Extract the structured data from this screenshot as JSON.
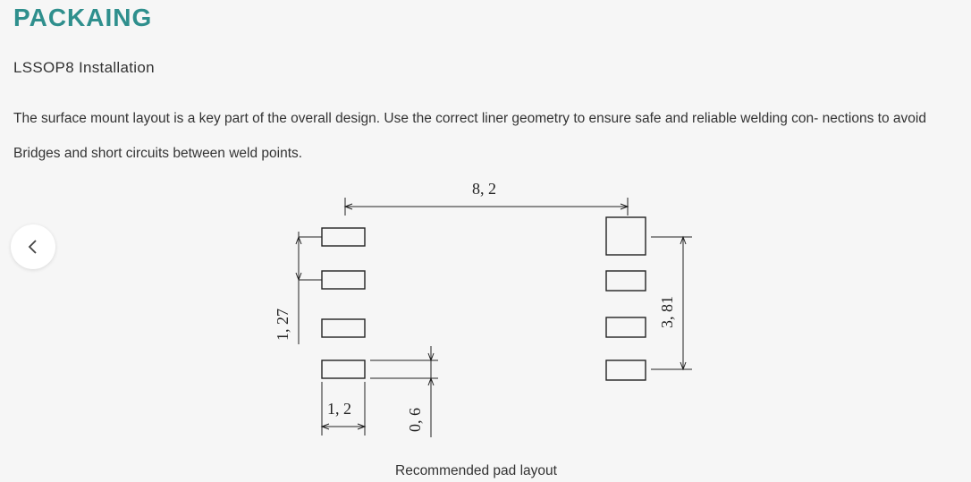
{
  "section": {
    "title": "PACKAING",
    "subtitle": "LSSOP8 Installation",
    "description": "The surface mount layout is a key part of the overall design. Use the correct liner geometry to ensure safe and reliable welding con- nections to avoid Bridges and short circuits between weld points."
  },
  "carousel": {
    "prev_icon": "chevron-left-icon"
  },
  "figure": {
    "dim_width": "8, 2",
    "dim_pitch": "1, 27",
    "dim_span": "3, 81",
    "dim_pad_length": "1, 2",
    "dim_pad_width": "0, 6",
    "caption": "Recommended pad layout"
  }
}
